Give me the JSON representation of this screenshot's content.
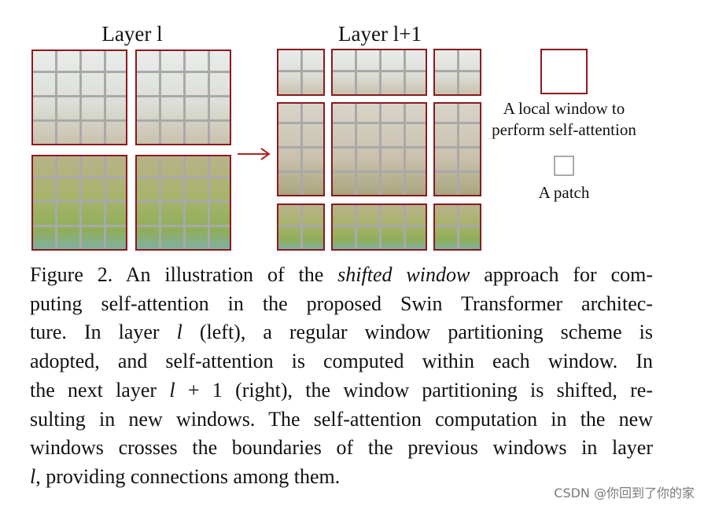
{
  "figure": {
    "layer_left_title": "Layer l",
    "layer_right_title": "Layer l+1",
    "legend": {
      "window_label_line1": "A local window to",
      "window_label_line2": "perform self-attention",
      "patch_label": "A patch"
    }
  },
  "caption": {
    "lines": [
      {
        "parts": [
          "Figure 2. An illustration of the ",
          {
            "em": "shifted window"
          },
          " approach for com-"
        ]
      },
      {
        "parts": [
          "puting self-attention in the proposed Swin Transformer architec-"
        ]
      },
      {
        "parts": [
          "ture.  In layer ",
          {
            "em": "l"
          },
          " (left), a regular window partitioning scheme is"
        ]
      },
      {
        "parts": [
          "adopted, and self-attention is computed within each window.  In"
        ]
      },
      {
        "parts": [
          "the next layer ",
          {
            "em": "l"
          },
          " + 1 (right), the window partitioning is shifted, re-"
        ]
      },
      {
        "parts": [
          "sulting in new windows. The self-attention computation in the new"
        ]
      },
      {
        "parts": [
          "windows crosses the boundaries of the previous windows in layer"
        ]
      },
      {
        "parts": [
          {
            "em": "l"
          },
          ", providing connections among them."
        ]
      }
    ]
  },
  "watermark": "CSDN @你回到了你的家",
  "colors": {
    "window_border": "#8a1a1f",
    "patch_border": "#a9a9a9"
  }
}
